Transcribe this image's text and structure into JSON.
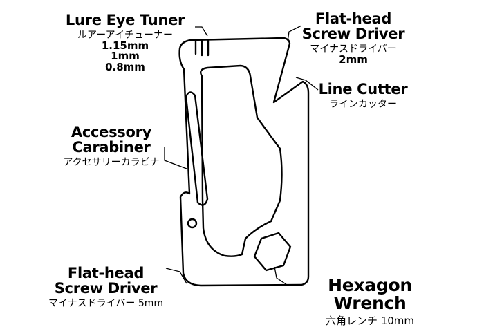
{
  "callouts": {
    "lure_eye_tuner": {
      "title": "Lure Eye Tuner",
      "subtitle": "ルアーアイチューナー",
      "sizes": [
        "1.15mm",
        "1mm",
        "0.8mm"
      ]
    },
    "flat_head_top": {
      "title_line1": "Flat-head",
      "title_line2": "Screw Driver",
      "subtitle": "マイナスドライバー",
      "size": "2mm"
    },
    "line_cutter": {
      "title": "Line Cutter",
      "subtitle": "ラインカッター"
    },
    "accessory_carabiner": {
      "title_line1": "Accessory",
      "title_line2": "Carabiner",
      "subtitle": "アクセサリーカラビナ"
    },
    "flat_head_bottom": {
      "title_line1": "Flat-head",
      "title_line2": "Screw Driver",
      "subtitle": "マイナスドライバー 5mm"
    },
    "hexagon_wrench": {
      "title": "Hexagon Wrench",
      "subtitle": "六角レンチ 10mm"
    }
  }
}
